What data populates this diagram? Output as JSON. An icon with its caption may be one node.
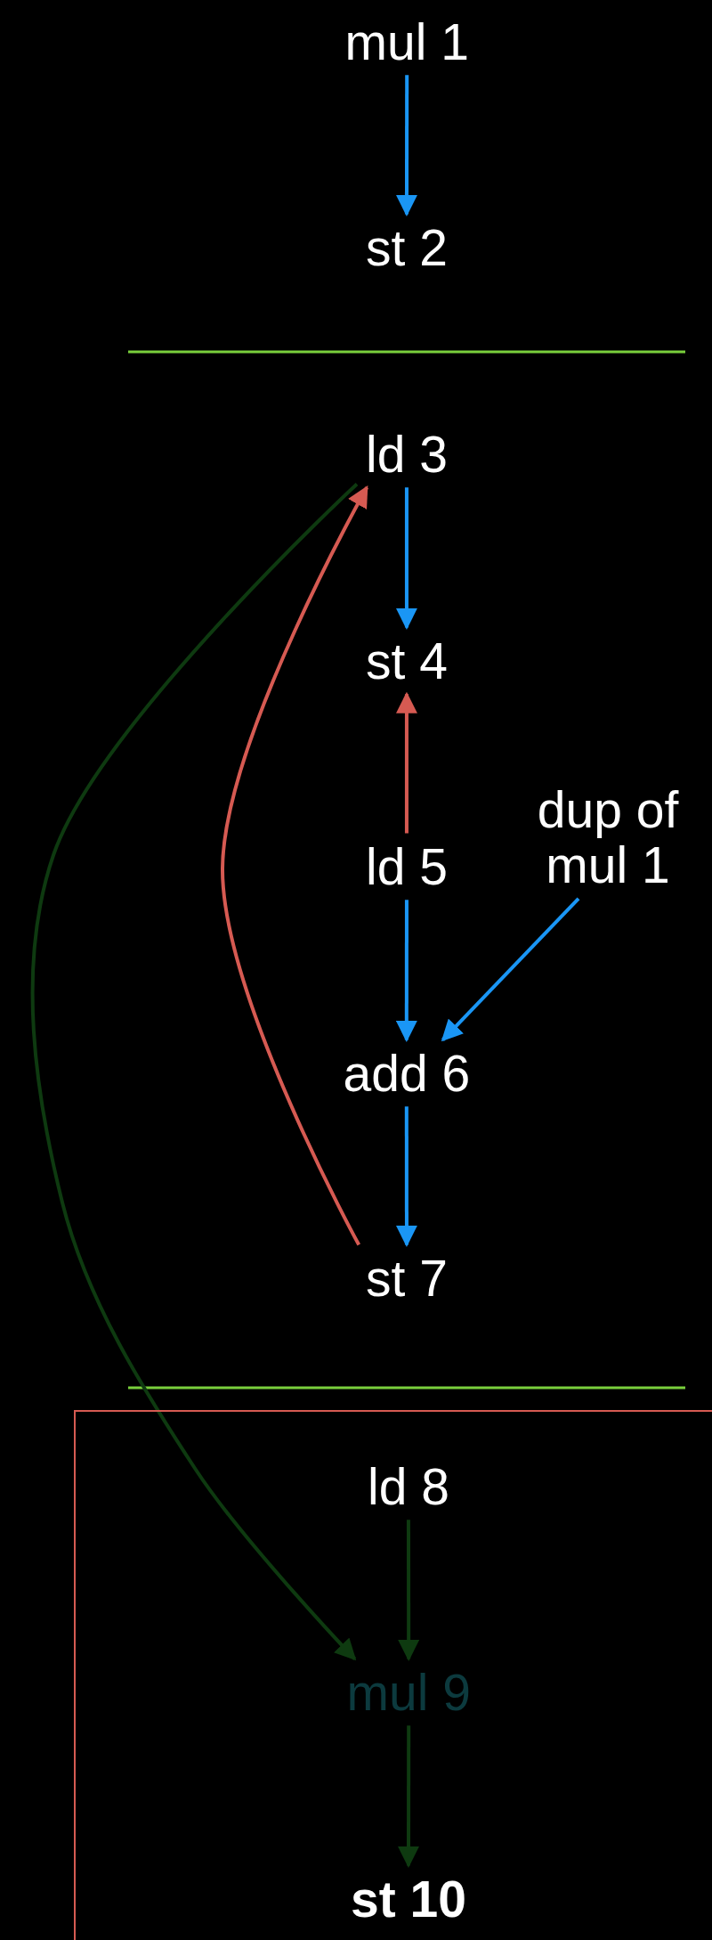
{
  "diagram": {
    "nodes": [
      {
        "text": [
          "mul 1"
        ]
      },
      {
        "text": [
          "st 2"
        ]
      },
      {
        "text": [
          "ld 3"
        ]
      },
      {
        "text": [
          "st 4"
        ]
      },
      {
        "text": [
          "ld 5"
        ]
      },
      {
        "text": [
          "dup of mul 1"
        ]
      },
      {
        "text": [
          "add 6"
        ]
      },
      {
        "text": [
          "st 7"
        ]
      },
      {
        "text": [],
        "shape": "box"
      },
      {
        "text": [
          "ld 8"
        ],
        "in": 8
      },
      {
        "text": [
          "mul 9"
        ],
        "in": 8
      },
      {
        "text": [
          "st 10"
        ],
        "in": 8
      }
    ],
    "edges": [
      {
        "from": 0,
        "to": 1,
        "arrow": "to"
      },
      {
        "from": 2,
        "to": 3,
        "arrow": "to"
      },
      {
        "from": 4,
        "to": 3,
        "arrow": "to",
        "color": "#d65a52"
      },
      {
        "from": 4,
        "to": 6,
        "arrow": "to"
      },
      {
        "from": 5,
        "to": 6,
        "arrow": "to"
      },
      {
        "from": 6,
        "to": 7,
        "arrow": "to"
      },
      {
        "from": 7,
        "to": 2,
        "arrow": "to",
        "color": "#d65a52"
      },
      {
        "from": 2,
        "to": 10,
        "arrow": "to",
        "color": "#0e3a10"
      },
      {
        "from": 9,
        "to": 10,
        "arrow": "to",
        "color": "#0e3a10"
      },
      {
        "from": 10,
        "to": 11,
        "arrow": "to",
        "color": "#0e3a10"
      }
    ]
  }
}
